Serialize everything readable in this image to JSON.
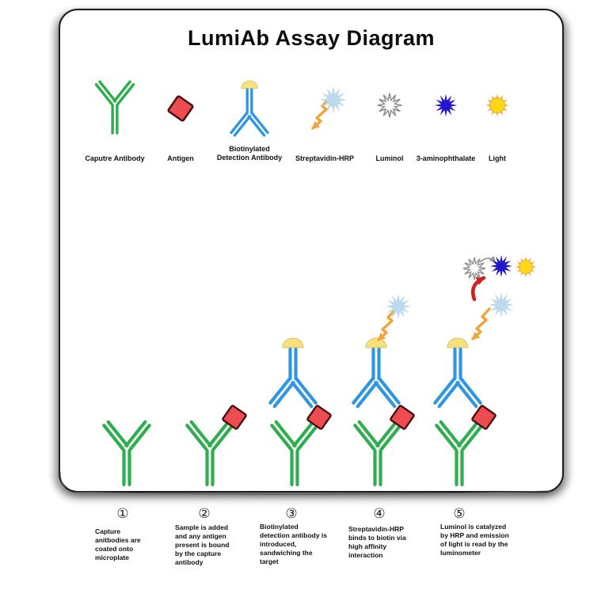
{
  "title": "LumiAb Assay Diagram",
  "legend": {
    "items": [
      {
        "label": "Caputre Antibody",
        "icon": "capture-antibody-icon"
      },
      {
        "label": "Antigen",
        "icon": "antigen-icon"
      },
      {
        "label": "Biotinylated Detection Antibody",
        "icon": "biotinylated-detection-antibody-icon"
      },
      {
        "label": "Streptavidin-HRP",
        "icon": "streptavidin-hrp-icon"
      },
      {
        "label": "Luminol",
        "icon": "luminol-icon"
      },
      {
        "label": "3-aminophthalate",
        "icon": "aminophthalate-icon"
      },
      {
        "label": "Light",
        "icon": "light-icon"
      }
    ]
  },
  "steps": [
    {
      "number": "①",
      "caption": "Capture anitbodies are coated onto microplate"
    },
    {
      "number": "②",
      "caption": "Sample is added and any antigen present is bound by the capture antibody"
    },
    {
      "number": "③",
      "caption": "Biotinylated detection antibody is introduced, sandwiching the target"
    },
    {
      "number": "④",
      "caption": "Streptavidin-HRP binds to biotin via high affinity interaction"
    },
    {
      "number": "⑤",
      "caption": "Luminol is catalyzed by HRP and emission of light is read by the luminometer"
    }
  ],
  "colors": {
    "capture_antibody": "#2eae4e",
    "detection_antibody": "#2f96e3",
    "antigen": "#ed4c50",
    "biotin_cap": "#f6e17d",
    "streptavidin": "#bdd9ec",
    "zigzag_arrow": "#f2a33c",
    "aminophthalate": "#2317c9",
    "light_sun": "#ffd919",
    "light_rays": "#f2a32a",
    "catalysis_arrow": "#d01f1f"
  }
}
